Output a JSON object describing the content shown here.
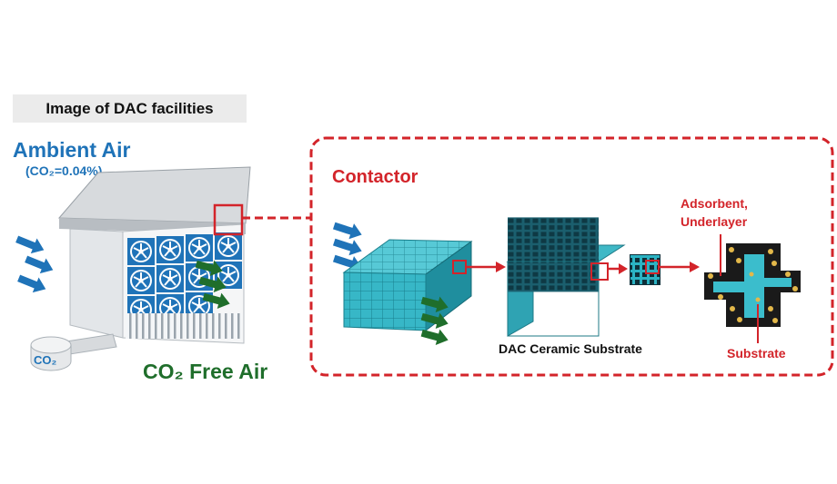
{
  "header": {
    "title": "Image of DAC facilities"
  },
  "inputs": {
    "ambient_air": "Ambient Air",
    "co2_concentration": "(CO₂=0.04%)"
  },
  "outputs": {
    "co2_free_air": "CO₂ Free Air",
    "co2_tank": "CO₂"
  },
  "contactor": {
    "title": "Contactor",
    "substrate_caption": "DAC Ceramic Substrate",
    "adsorbent_label": "Adsorbent,",
    "underlayer_label": "Underlayer",
    "substrate_label": "Substrate"
  },
  "colors": {
    "accent_red": "#d3242a",
    "ambient_blue": "#1f73b8",
    "free_air_green": "#1f6e2b",
    "teal": "#2ba3b3",
    "dark": "#1a1a1a",
    "dot": "#e3b84a"
  }
}
